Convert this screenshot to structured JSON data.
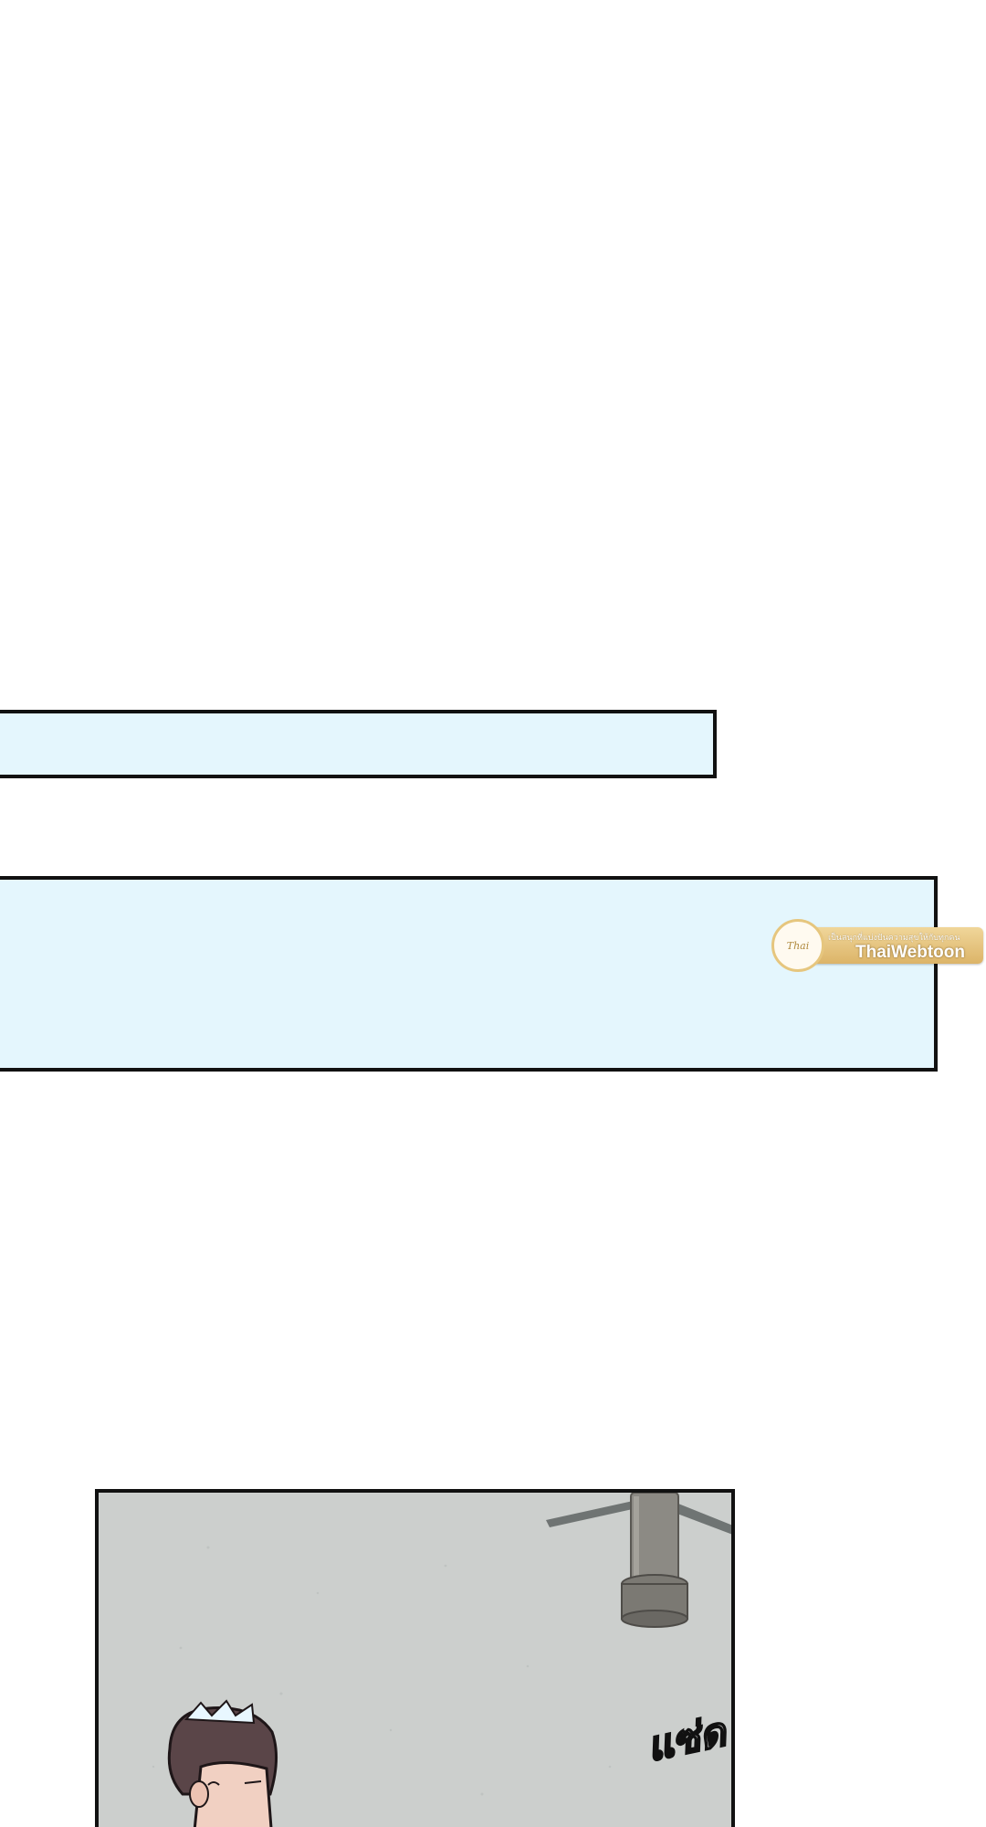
{
  "watermark": {
    "logo_text": "ThaiWebtoon",
    "tagline": "เป็นสนุกที่แบ่งปันความสุขให้กับทุกคน",
    "brand": "ThaiWebtoon"
  },
  "caption_boxes": [
    {
      "text": ""
    },
    {
      "text": ""
    }
  ],
  "panel": {
    "sound_effect": "แซ่ด"
  },
  "colors": {
    "caption_fill": "#e4f6fd",
    "border": "#111111",
    "floor": "#cccfcd",
    "watermark_gold": "#dcb468"
  }
}
